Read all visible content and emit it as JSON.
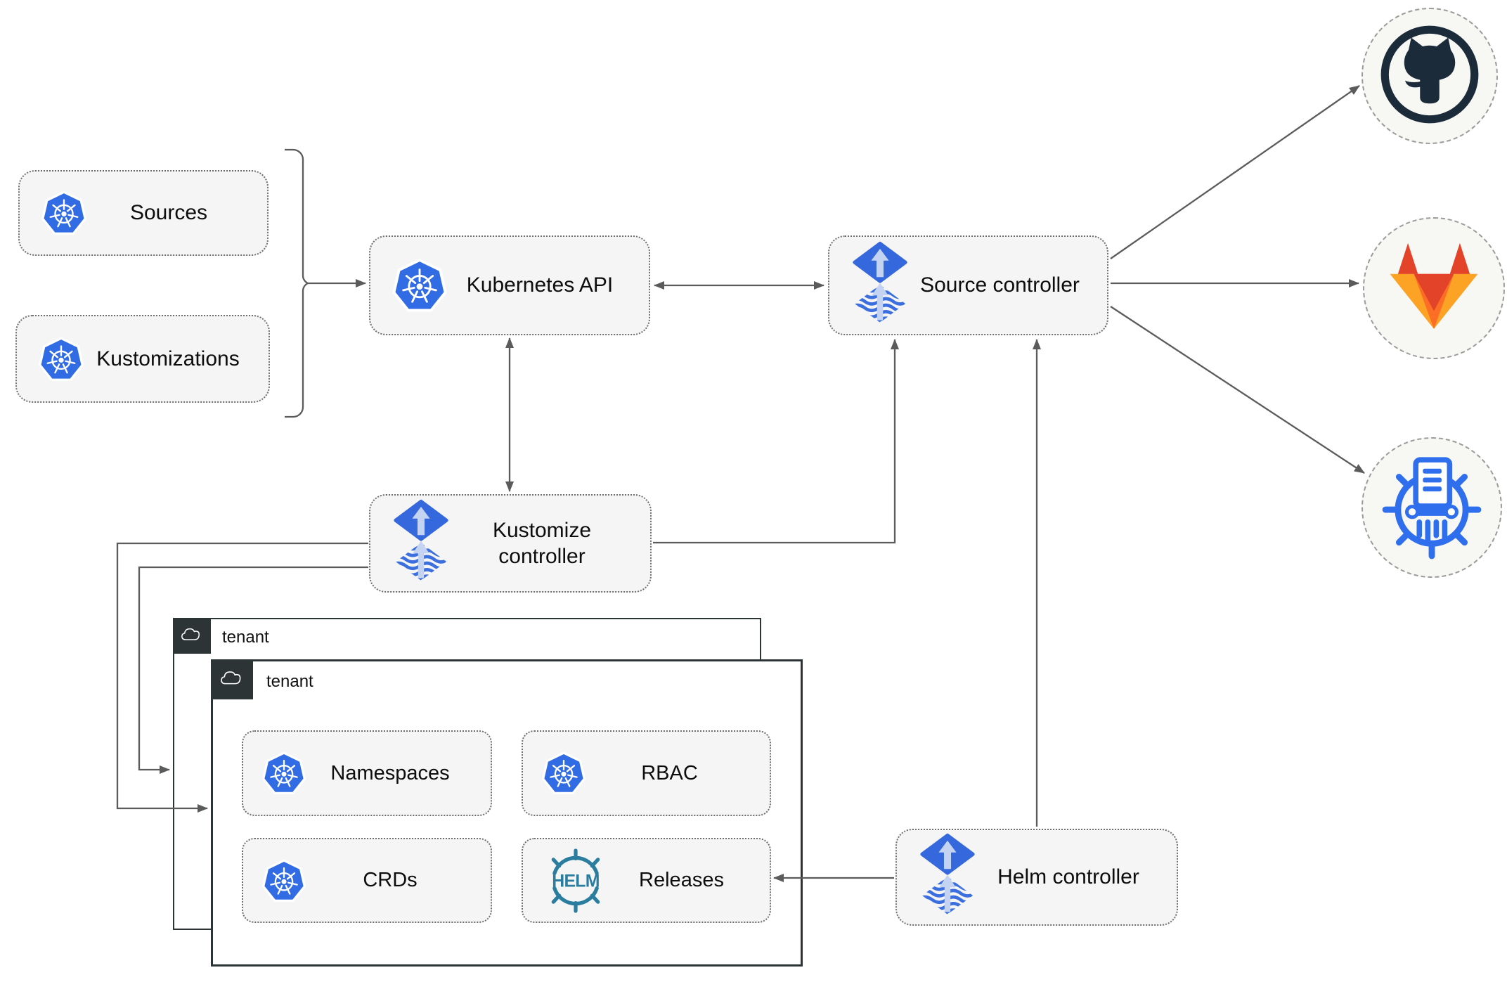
{
  "nodes": {
    "sources": "Sources",
    "kustomizations": "Kustomizations",
    "kubernetes_api": "Kubernetes API",
    "source_controller": "Source controller",
    "kustomize_controller": "Kustomize controller",
    "helm_controller": "Helm controller",
    "namespaces": "Namespaces",
    "rbac": "RBAC",
    "crds": "CRDs",
    "releases": "Releases"
  },
  "tenant": {
    "outer_label": "tenant",
    "inner_label": "tenant"
  },
  "helm_logo_text": "HELM",
  "icons": [
    "kubernetes-icon",
    "flux-icon",
    "helm-icon",
    "cloud-icon",
    "github-icon",
    "gitlab-icon",
    "container-registry-icon"
  ],
  "colors": {
    "kubernetes_blue": "#326ce5",
    "flux_blue": "#3568dc",
    "flux_light": "#c5d3f2",
    "github_dark": "#1c2b3a",
    "gitlab_red": "#e24329",
    "gitlab_orange": "#fc6d26",
    "gitlab_yellow": "#fca326",
    "helm_teal": "#2a7d9f",
    "registry_blue": "#2f6fed",
    "connector_gray": "#5b5b5b",
    "node_fill": "#f5f5f5",
    "tenant_border": "#2d3436"
  }
}
